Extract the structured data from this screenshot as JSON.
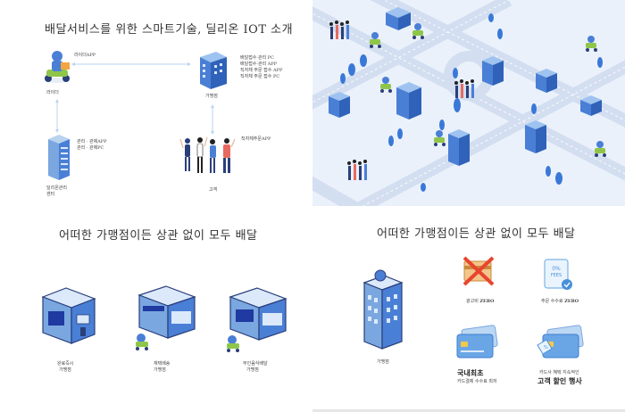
{
  "panel1": {
    "title": "배달서비스를 위한 스마트기술, 딜리온 IOT 소개",
    "rider_label": "라이더",
    "rider_app": "라이더APP",
    "store_label": "가맹점",
    "store_lines": [
      "배달접수·관리 PC",
      "배달접수·관리 APP",
      "직자체 주문 접수 APP",
      "직자체 주문 접수 PC"
    ],
    "server_label": "딜리온관리\n센터",
    "server_lines": [
      "관리 · 관제APP",
      "관리 · 관제PC"
    ],
    "customer_label": "고객",
    "customer_app": "직자체주문APP"
  },
  "panel3": {
    "title": "어떠한 가맹점이든 상관 없이 모두 배달",
    "stores": [
      {
        "label1": "완료즉시",
        "label2": "가맹점"
      },
      {
        "label1": "재택배송",
        "label2": "가맹점"
      },
      {
        "label1": "무인음식배달",
        "label2": "가맹점"
      }
    ]
  },
  "panel4": {
    "title": "어떠한 가맹점이든 상관 없이 모두 배달",
    "store_label": "가맹점",
    "ad_label": "광고비",
    "ad_zero": "ZERO",
    "fee_label": "주문 수수료",
    "fee_zero": "ZERO",
    "fees_icon_text": "0% FEES",
    "card_big": "국내최초",
    "card_sub": "카드결제 수수료 최저",
    "disc_sub": "카드사 혜택  지속적인",
    "disc_big": "고객 할인 행사"
  },
  "colors": {
    "building_blue": "#4a7fd6",
    "building_dark": "#2a3f7a",
    "rider_green": "#8fc64a",
    "map_road": "#d6e0ef",
    "tree_blue": "#3a78d8",
    "red_cross": "#e8452f"
  }
}
